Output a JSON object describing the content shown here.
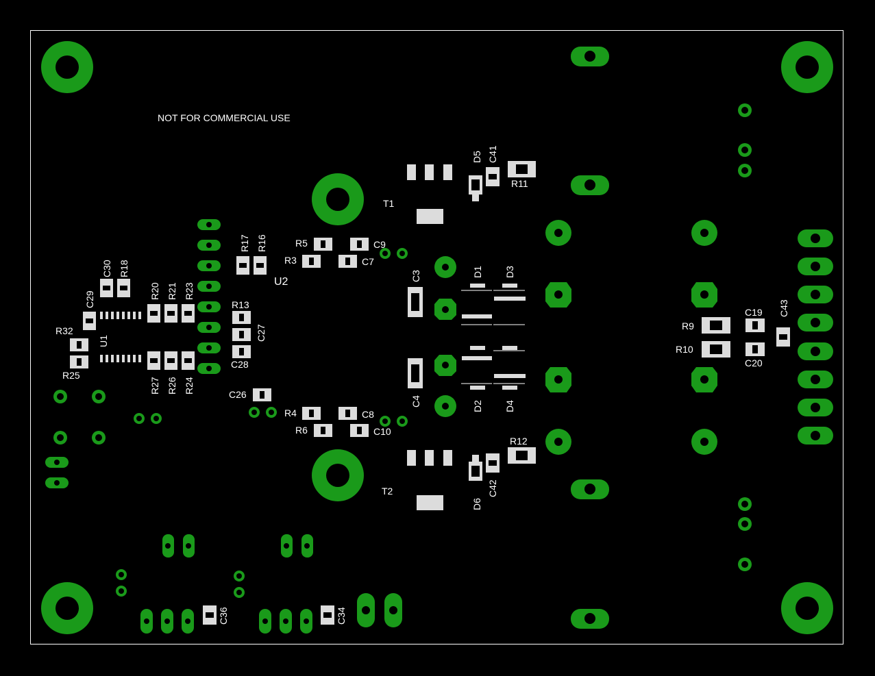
{
  "board": {
    "notice": "NOT FOR COMMERCIAL USE"
  },
  "labels": {
    "T1": "T1",
    "T2": "T2",
    "U1": "U1",
    "U2": "U2",
    "D1": "D1",
    "D2": "D2",
    "D3": "D3",
    "D4": "D4",
    "D5": "D5",
    "D6": "D6",
    "C3": "C3",
    "C4": "C4",
    "C7": "C7",
    "C8": "C8",
    "C9": "C9",
    "C10": "C10",
    "C19": "C19",
    "C20": "C20",
    "C26": "C26",
    "C27": "C27",
    "C28": "C28",
    "C29": "C29",
    "C30": "C30",
    "C34": "C34",
    "C36": "C36",
    "C41": "C41",
    "C42": "C42",
    "C43": "C43",
    "R3": "R3",
    "R4": "R4",
    "R5": "R5",
    "R6": "R6",
    "R9": "R9",
    "R10": "R10",
    "R11": "R11",
    "R12": "R12",
    "R13": "R13",
    "R16": "R16",
    "R17": "R17",
    "R18": "R18",
    "R20": "R20",
    "R21": "R21",
    "R23": "R23",
    "R24": "R24",
    "R25": "R25",
    "R26": "R26",
    "R27": "R27",
    "R32": "R32"
  },
  "colors": {
    "copper": "#1a9a1a",
    "pad": "#dcdcdc",
    "outline": "#ffffff",
    "background": "#000000"
  }
}
